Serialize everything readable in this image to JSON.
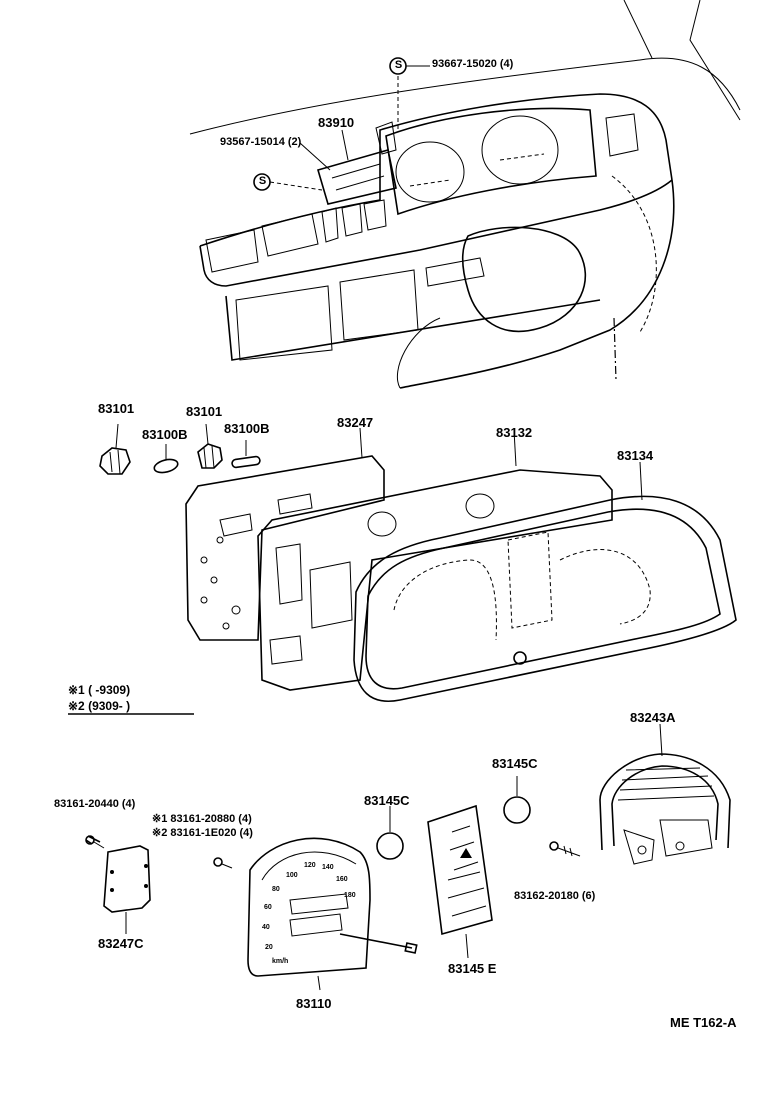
{
  "parts": {
    "p93667": "93667-15020 (4)",
    "p83910": "83910",
    "p93567": "93567-15014 (2)",
    "p83101a": "83101",
    "p83101b": "83101",
    "p83100b_a": "83100B",
    "p83100b_b": "83100B",
    "p83247": "83247",
    "p83132": "83132",
    "p83134": "83134",
    "p83243a": "83243A",
    "p83145c_a": "83145C",
    "p83145c_b": "83145C",
    "p83161_20440": "83161-20440 (4)",
    "p83161_20880": "83161-20880 (4)",
    "p83161_1e020": "83161-1E020 (4)",
    "p83247c": "83247C",
    "p83110": "83110",
    "p83145e": "83145 E",
    "p83162": "83162-20180 (6)"
  },
  "legend": {
    "row1_mark": "※1",
    "row1_range": "(      -9309)",
    "row2_mark": "※2",
    "row2_range": "(9309-       )",
    "note1_mark": "※1",
    "note2_mark": "※2"
  },
  "badge": "S",
  "diagram_code": "ME T162-A",
  "speedo_ticks": [
    "20",
    "40",
    "60",
    "80",
    "100",
    "120",
    "140",
    "160",
    "180"
  ],
  "speedo_unit": "km/h"
}
